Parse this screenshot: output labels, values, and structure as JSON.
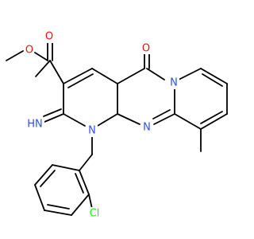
{
  "atoms": {
    "o_carbonyl_ester": {
      "text": "O",
      "color": "#ff0d0d"
    },
    "o_ester": {
      "text": "O",
      "color": "#ff0d0d"
    },
    "o_ketone": {
      "text": "O",
      "color": "#ff0d0d"
    },
    "n_ring_fused": {
      "text": "N",
      "color": "#3050f8"
    },
    "n_imine": {
      "text": "HN",
      "color": "#3050f8"
    },
    "n_benzyl": {
      "text": "N",
      "color": "#3050f8"
    },
    "n_pyrimidine": {
      "text": "N",
      "color": "#3050f8"
    },
    "cl": {
      "text": "Cl",
      "color": "#1ff01f"
    }
  },
  "colors": {
    "bond": "#000000",
    "background": "#ffffff"
  }
}
